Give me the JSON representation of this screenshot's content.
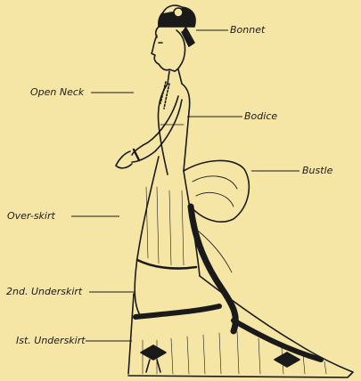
{
  "labels": {
    "bonnet": "Bonnet",
    "open_neck": "Open Neck",
    "bodice": "Bodice",
    "bustle": "Bustle",
    "over_skirt": "Over-skirt",
    "second_underskirt": "2nd. Underskirt",
    "first_underskirt": "Ist. Underskirt"
  },
  "colors": {
    "background": "#f6e6a6",
    "ink": "#1a1a1a"
  }
}
